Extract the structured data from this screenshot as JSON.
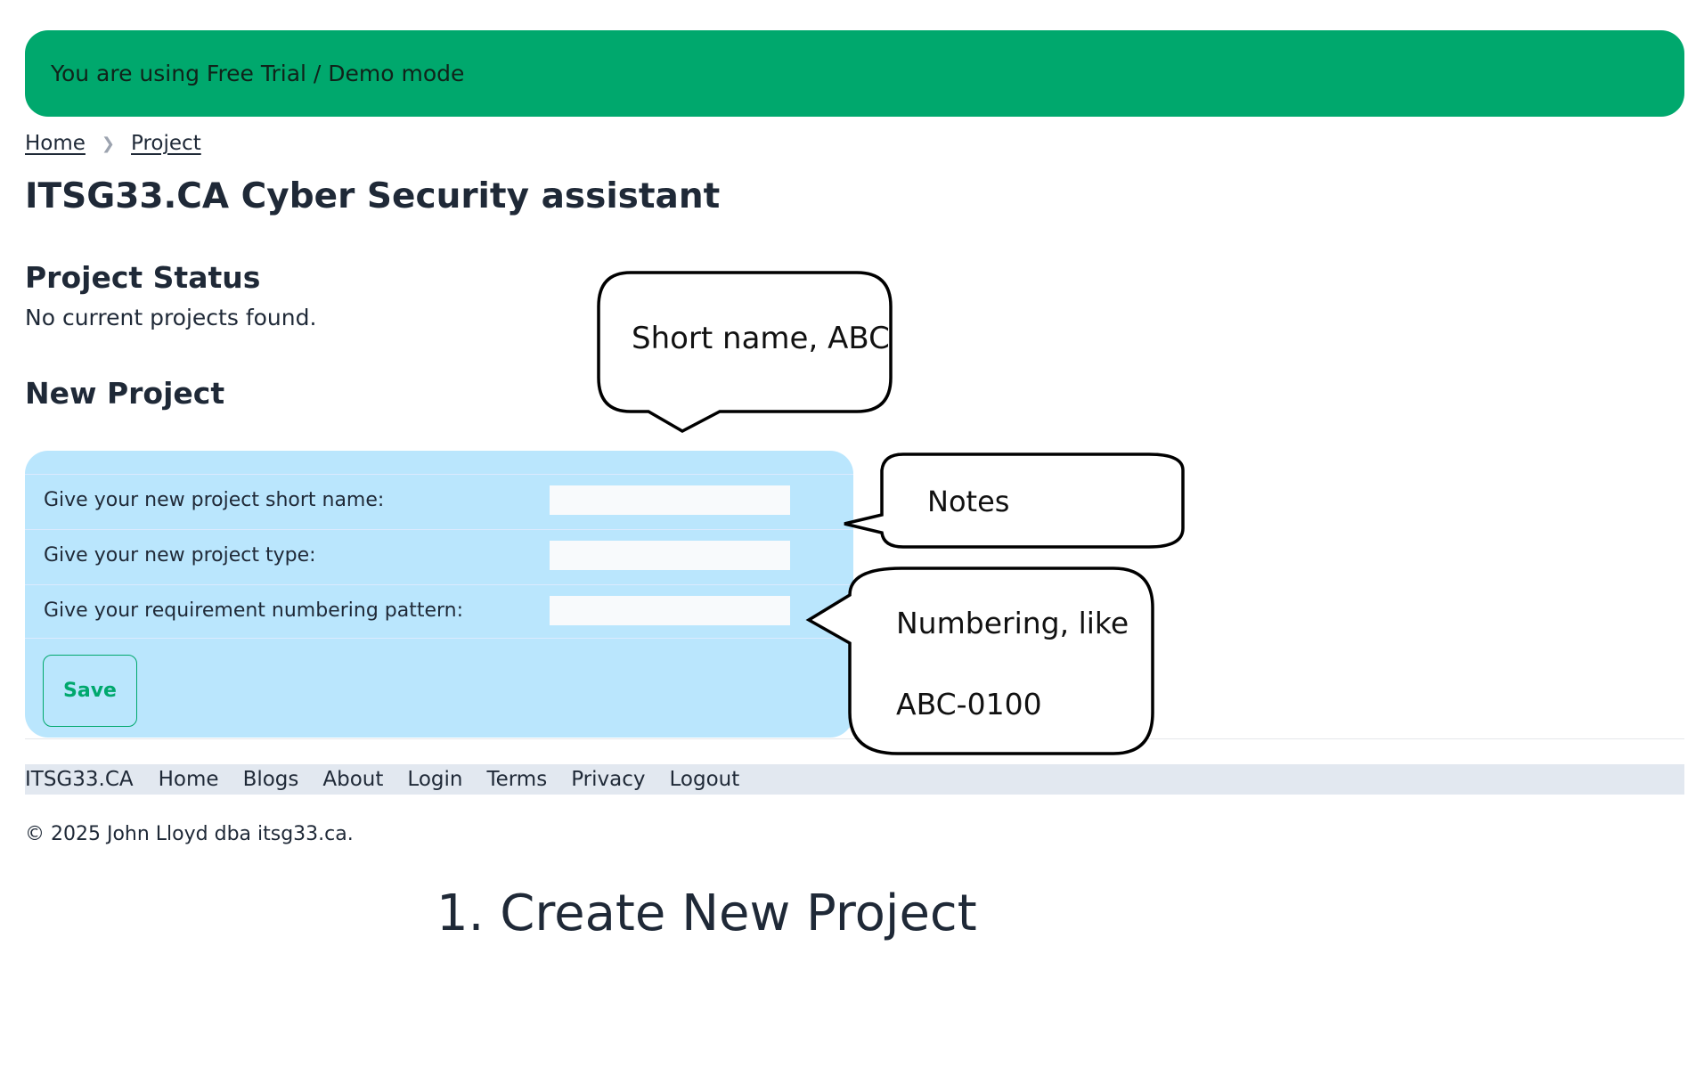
{
  "banner": {
    "text": "You are using Free Trial / Demo mode",
    "color": "#00a86d"
  },
  "breadcrumb": {
    "items": [
      "Home",
      "Project"
    ],
    "separator_icon": "chevron-right-icon"
  },
  "page_title": "ITSG33.CA Cyber Security assistant",
  "project_status": {
    "heading": "Project Status",
    "text": "No current projects found."
  },
  "new_project": {
    "heading": "New Project",
    "panel_color": "#bae6fd",
    "fields": [
      {
        "label": "Give your new project short name:",
        "value": ""
      },
      {
        "label": "Give your new project type:",
        "value": ""
      },
      {
        "label": "Give your requirement numbering pattern:",
        "value": ""
      }
    ],
    "save_label": "Save"
  },
  "callouts": {
    "short_name": "Short name, ABC",
    "notes": "Notes",
    "numbering_line1": "Numbering, like",
    "numbering_line2": "ABC-0100"
  },
  "footer": {
    "nav": [
      "ITSG33.CA",
      "Home",
      "Blogs",
      "About",
      "Login",
      "Terms",
      "Privacy",
      "Logout"
    ],
    "copyright": "© 2025 John Lloyd dba itsg33.ca."
  },
  "caption": "1. Create New Project"
}
